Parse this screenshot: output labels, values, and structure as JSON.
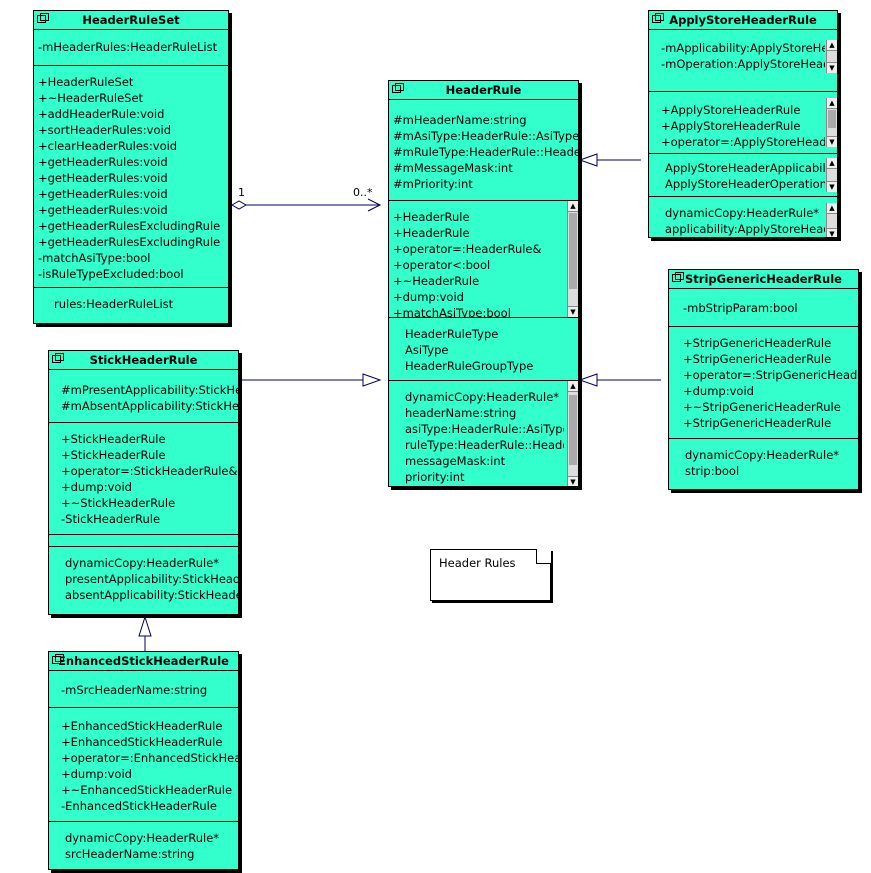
{
  "note": "Header Rules",
  "multiplicity": {
    "left": "1",
    "right": "0..*"
  },
  "classes": {
    "header_rule_set": {
      "name": "HeaderRuleSet",
      "attributes": [
        "-mHeaderRules:HeaderRuleList"
      ],
      "operations": [
        "+HeaderRuleSet",
        "+~HeaderRuleSet",
        "+addHeaderRule:void",
        "+sortHeaderRules:void",
        "+clearHeaderRules:void",
        "+getHeaderRules:void",
        "+getHeaderRules:void",
        "+getHeaderRules:void",
        "+getHeaderRules:void",
        "+getHeaderRulesExcludingRule",
        "+getHeaderRulesExcludingRule",
        "-matchAsiType:bool",
        "-isRuleTypeExcluded:bool"
      ],
      "properties": [
        "rules:HeaderRuleList"
      ]
    },
    "header_rule": {
      "name": "HeaderRule",
      "attributes": [
        "#mHeaderName:string",
        "#mAsiType:HeaderRule::AsiType",
        "#mRuleType:HeaderRule::HeaderRuleType",
        "#mMessageMask:int",
        "#mPriority:int"
      ],
      "operations": [
        "+HeaderRule",
        "+HeaderRule",
        "+operator=:HeaderRule&",
        "+operator<:bool",
        "+~HeaderRule",
        "+dump:void",
        "+matchAsiType:bool"
      ],
      "types": [
        "HeaderRuleType",
        "AsiType",
        "HeaderRuleGroupType"
      ],
      "properties": [
        "dynamicCopy:HeaderRule*",
        "headerName:string",
        "asiType:HeaderRule::AsiType",
        "ruleType:HeaderRule::HeaderRuleType",
        "messageMask:int",
        "priority:int"
      ]
    },
    "apply_store": {
      "name": "ApplyStoreHeaderRule",
      "attributes": [
        "-mApplicability:ApplyStoreHeaderApplicability",
        "-mOperation:ApplyStoreHeaderOperation"
      ],
      "operations": [
        "+ApplyStoreHeaderRule",
        "+ApplyStoreHeaderRule",
        "+operator=:ApplyStoreHeaderRule&"
      ],
      "types": [
        "ApplyStoreHeaderApplicability",
        "ApplyStoreHeaderOperation"
      ],
      "properties": [
        "dynamicCopy:HeaderRule*",
        "applicability:ApplyStoreHeaderApplicability"
      ]
    },
    "strip_generic": {
      "name": "StripGenericHeaderRule",
      "attributes": [
        "-mbStripParam:bool"
      ],
      "operations": [
        "+StripGenericHeaderRule",
        "+StripGenericHeaderRule",
        "+operator=:StripGenericHeaderRule&",
        "+dump:void",
        "+~StripGenericHeaderRule",
        "+StripGenericHeaderRule"
      ],
      "properties": [
        "dynamicCopy:HeaderRule*",
        "strip:bool"
      ]
    },
    "stick": {
      "name": "StickHeaderRule",
      "attributes": [
        "#mPresentApplicability:StickHeaderApplicability",
        "#mAbsentApplicability:StickHeaderApplicability"
      ],
      "operations": [
        "+StickHeaderRule",
        "+StickHeaderRule",
        "+operator=:StickHeaderRule&",
        "+dump:void",
        "+~StickHeaderRule",
        "-StickHeaderRule"
      ],
      "properties": [
        "dynamicCopy:HeaderRule*",
        "presentApplicability:StickHeaderApplicability",
        "absentApplicability:StickHeaderApplicability"
      ]
    },
    "enhanced_stick": {
      "name": "EnhancedStickHeaderRule",
      "attributes": [
        "-mSrcHeaderName:string"
      ],
      "operations": [
        "+EnhancedStickHeaderRule",
        "+EnhancedStickHeaderRule",
        "+operator=:EnhancedStickHeaderRule&",
        "+dump:void",
        "+~EnhancedStickHeaderRule",
        "-EnhancedStickHeaderRule"
      ],
      "properties": [
        "dynamicCopy:HeaderRule*",
        "srcHeaderName:string"
      ]
    }
  },
  "colors": {
    "class_fill": "#33ffcc",
    "line": "#000066"
  }
}
